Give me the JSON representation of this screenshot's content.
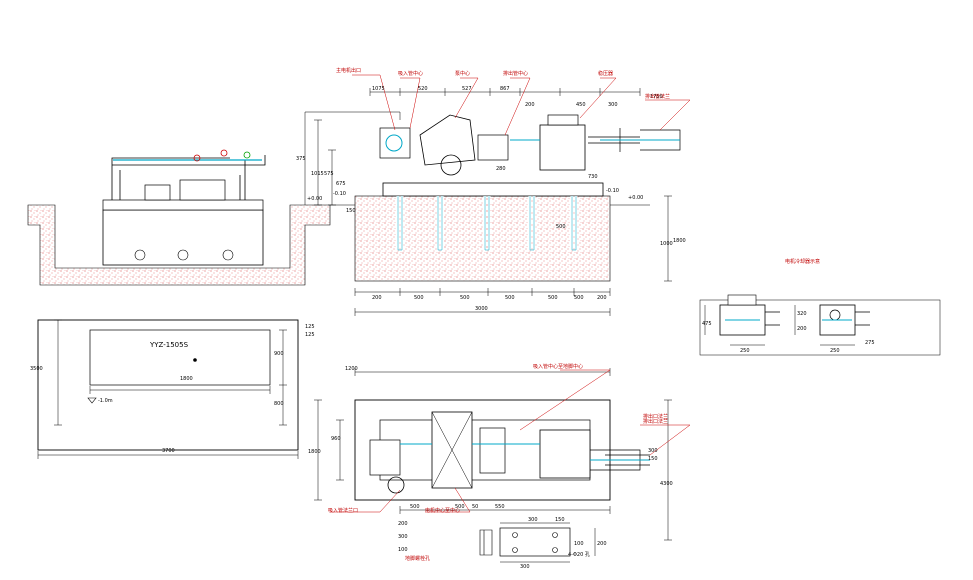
{
  "colors": {
    "equipment": "#000000",
    "concrete": "#cc0000",
    "pipe_highlight": "#00a8c8",
    "callout": "#cc0000",
    "dimension": "#000000",
    "accent_green": "#00a000"
  },
  "tank": {
    "model": "YYZ-1505S",
    "dims": {
      "length": "3700",
      "width": "1800",
      "depth_total": "3500",
      "side_a": "900",
      "side_b": "800",
      "level": "-1.0m"
    },
    "top_dims": {
      "a": "125",
      "b": "125"
    }
  },
  "elevation": {
    "level_labels": [
      "+0.00",
      "-0.10",
      "+0.00",
      "-0.10"
    ],
    "vertical_dims": [
      "375",
      "1015",
      "575",
      "675",
      "150",
      "500",
      "1000"
    ],
    "top_dims": [
      "1075",
      "520",
      "527",
      "867",
      "200",
      "450",
      "300",
      "1750",
      "730",
      "280"
    ],
    "bottom_dims": [
      "200",
      "500",
      "500",
      "500",
      "500",
      "500",
      "200"
    ],
    "overall_length": "3000",
    "height_right": "1800"
  },
  "plan": {
    "dims_left": [
      "1800",
      "960"
    ],
    "dims_bottom": [
      "500",
      "500",
      "50",
      "550"
    ],
    "overall_right": "4300",
    "overall_top": "1200",
    "side_dims": [
      "300",
      "150"
    ]
  },
  "section_view": {
    "dims": [
      "475",
      "250",
      "320",
      "200",
      "250",
      "275"
    ]
  },
  "detail": {
    "dims": [
      "300",
      "150",
      "300",
      "200",
      "100"
    ],
    "side_notes": [
      "200",
      "300",
      "100"
    ],
    "note": "4-Φ20 孔"
  },
  "callouts": {
    "c1": "主电机出口",
    "c2": "吸入管中心",
    "c3": "泵中心",
    "c4": "排出管中心",
    "c5": "稳压器",
    "c6": "排出管法兰",
    "c7": "吸入管中心至地脚中心",
    "c8": "排出口法兰",
    "c9": "电机中心至中心",
    "c10": "地脚螺栓孔",
    "c11": "电机冷却器示意",
    "c12": "吸入管法兰口",
    "c13": "排出口法兰"
  }
}
